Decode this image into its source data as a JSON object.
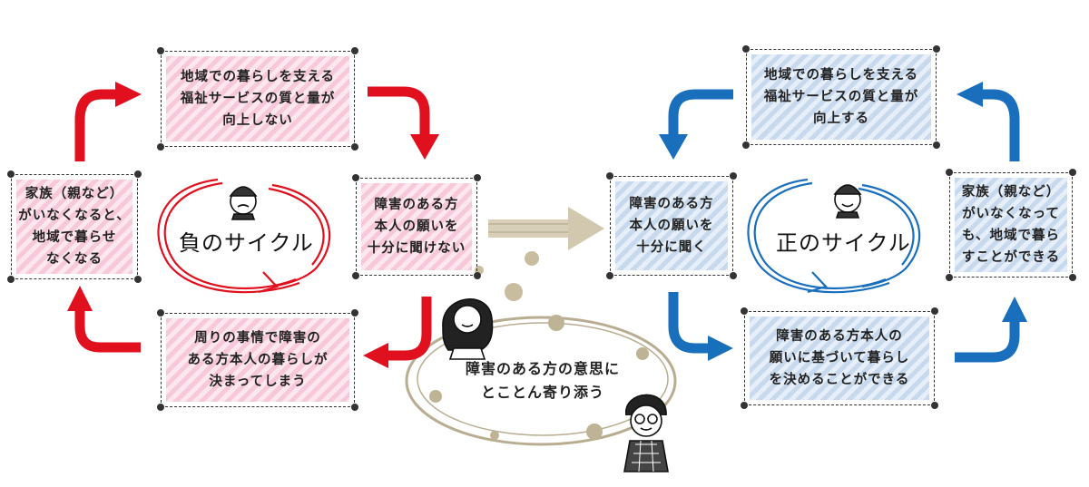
{
  "colors": {
    "negative": "#e0101f",
    "positive": "#1a6fbd",
    "transition": "#c9bfa8",
    "cloud": "#b8ad90"
  },
  "negative_cycle": {
    "label": "負のサイクル",
    "top": "地域での暮らしを支える\n福祉サービスの質と量が\n向上しない",
    "right": "障害のある方\n本人の願いを\n十分に聞けない",
    "bottom": "周りの事情で障害の\nある方本人の暮らしが\n決まってしまう",
    "left": "家族（親など）\nがいなくなると、\n地域で暮らせ\nなくなる"
  },
  "positive_cycle": {
    "label": "正のサイクル",
    "top": "地域での暮らしを支える\n福祉サービスの質と量が\n向上する",
    "left": "障害のある方\n本人の願いを\n十分に聞く",
    "bottom": "障害のある方本人の\n願いに基づいて暮らし\nを決めることができる",
    "right": "家族（親など）\nがいなくなって\nも、地域で暮ら\nすことができる"
  },
  "center_message": "障害のある方の意思に\nとことん寄り添う",
  "icons": [
    "person-cap-icon",
    "person-cap-icon",
    "woman-icon",
    "man-glasses-icon"
  ]
}
